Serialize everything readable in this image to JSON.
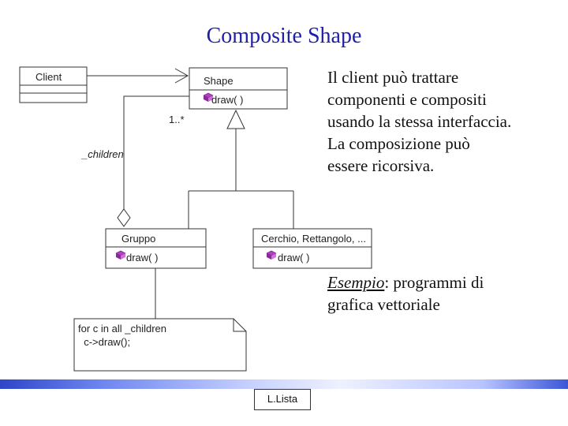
{
  "title": "Composite Shape",
  "classes": {
    "client": {
      "name": "Client"
    },
    "shape": {
      "name": "Shape",
      "operation": "draw( )"
    },
    "gruppo": {
      "name": "Gruppo",
      "operation": "draw( )"
    },
    "leaf": {
      "name": "Cerchio, Rettangolo, ...",
      "operation": "draw( )"
    }
  },
  "association": {
    "multiplicity": "1..*",
    "role": "_children"
  },
  "note": {
    "line1": "for c in all _children",
    "line2": "  c->draw();"
  },
  "side_text": {
    "line1": "Il client può trattare",
    "line2": "componenti e compositi",
    "line3": "usando la stessa interfaccia.",
    "line4": "La composizione può",
    "line5": "essere ricorsiva."
  },
  "example": {
    "label": "Esempio",
    "rest1": ": programmi di",
    "rest2": "grafica vettoriale"
  },
  "footer": {
    "author": "L.Lista"
  },
  "colors": {
    "title": "#1f1fa8",
    "operation_icon": "#b040c0",
    "footer_bar": "#3b55d8"
  }
}
